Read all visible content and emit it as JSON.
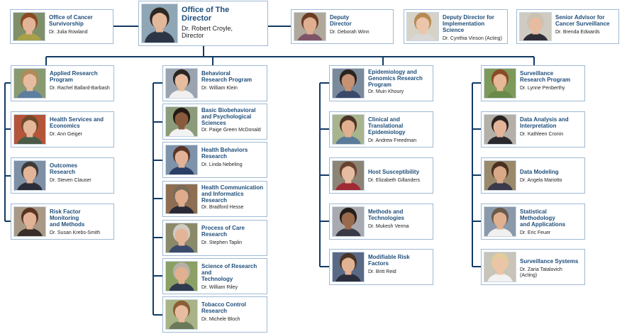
{
  "colors": {
    "title": "#1f4e7a",
    "line": "#123a64",
    "border": "#9fb9d2",
    "name": "#222222"
  },
  "director": {
    "title": "Office of The\nDirector",
    "name": "Dr. Robert Croyle,\nDirector",
    "photo": {
      "hair": "#2e2620",
      "skin": "#e3b79a",
      "bg": "#8fa6b6",
      "shirt": "#2c3646"
    }
  },
  "top_offices": [
    {
      "id": "cancer-survivorship",
      "title": "Office of Cancer\nSurvivorship",
      "name": "Dr. Julia Rowland",
      "photo": {
        "hair": "#8a4a22",
        "skin": "#e2b497",
        "bg": "#7f8f6a",
        "shirt": "#a8a04a"
      }
    },
    {
      "id": "deputy-director",
      "title": "Deputy\nDirector",
      "name": "Dr. Deborah Winn",
      "photo": {
        "hair": "#6b3d24",
        "skin": "#e0ae90",
        "bg": "#b0a89a",
        "shirt": "#7e5468"
      }
    },
    {
      "id": "deputy-director-implementation",
      "title": "Deputy Director for\nImplementation Science",
      "name": "Dr. Cynthia Vinson (Acting)",
      "photo": {
        "hair": "#b78a55",
        "skin": "#ecc6aa",
        "bg": "#d6d2c6",
        "shirt": "#d8d8d8"
      }
    },
    {
      "id": "senior-advisor",
      "title": "Senior Advisor for\nCancer Surveillance",
      "name": "Dr. Brenda Edwards",
      "photo": {
        "hair": "#c9c2b4",
        "skin": "#e6bba0",
        "bg": "#cfcbc2",
        "shirt": "#2e2e38"
      }
    }
  ],
  "columns": [
    [
      {
        "id": "applied-research",
        "title": "Applied Research\nProgram",
        "name": "Dr. Rachel Ballard-Barbash",
        "photo": {
          "hair": "#b08a58",
          "skin": "#e6bca0",
          "bg": "#8a9a70",
          "shirt": "#5e7ea0"
        }
      },
      {
        "id": "health-services",
        "title": "Health Services and\nEconomics",
        "name": "Dr. Ann Geiger",
        "photo": {
          "hair": "#6e4a2a",
          "skin": "#e4b79a",
          "bg": "#b4553a",
          "shirt": "#4a5a46"
        }
      },
      {
        "id": "outcomes-research",
        "title": "Outcomes\nResearch",
        "name": "Dr. Steven Clauser",
        "photo": {
          "hair": "#3e3a36",
          "skin": "#e2b498",
          "bg": "#7e90a6",
          "shirt": "#2a2e3a"
        }
      },
      {
        "id": "risk-factor",
        "title": "Risk Factor Monitoring\nand Methods",
        "name": "Dr. Susan Krebs-Smith",
        "photo": {
          "hair": "#5a3420",
          "skin": "#e2b296",
          "bg": "#a89a86",
          "shirt": "#3a2e2a"
        }
      }
    ],
    [
      {
        "id": "behavioral-research",
        "title": "Behavioral\nResearch Program",
        "name": "Dr. William Klein",
        "photo": {
          "hair": "#2a2622",
          "skin": "#e6bc9e",
          "bg": "#9aa4b0",
          "shirt": "#f0f0f0"
        }
      },
      {
        "id": "basic-biobehavioral",
        "title": "Basic Biobehavioral\nand Psychological\nSciences",
        "name": "Dr. Paige Green McDonald",
        "photo": {
          "hair": "#241a14",
          "skin": "#8a5a3c",
          "bg": "#8c9c7a",
          "shirt": "#f2f2f2"
        }
      },
      {
        "id": "health-behaviors",
        "title": "Health Behaviors\nResearch",
        "name": "Dr. Linda Nebeling",
        "photo": {
          "hair": "#5a3626",
          "skin": "#e2b296",
          "bg": "#7e92aa",
          "shirt": "#2a3e66"
        }
      },
      {
        "id": "health-communication",
        "title": "Health Communication\nand Informatics\nResearch",
        "name": "Dr. Bradford Hesse",
        "photo": {
          "hair": "#7a6a5a",
          "skin": "#deac8c",
          "bg": "#8e6e52",
          "shirt": "#2a2a36"
        }
      },
      {
        "id": "process-of-care",
        "title": "Process of Care\nResearch",
        "name": "Dr. Stephen Taplin",
        "photo": {
          "hair": "#d0ccc4",
          "skin": "#e4b498",
          "bg": "#8a8a6a",
          "shirt": "#3a4a6a"
        }
      },
      {
        "id": "science-of-research",
        "title": "Science of Research and\nTechnology",
        "name": "Dr. William Riley",
        "photo": {
          "hair": "#b6b0a6",
          "skin": "#e0b090",
          "bg": "#8aa064",
          "shirt": "#2e3a4e"
        }
      },
      {
        "id": "tobacco-control",
        "title": "Tobacco Control\nResearch",
        "name": "Dr. Michele Bloch",
        "photo": {
          "hair": "#8a5e36",
          "skin": "#e8bca0",
          "bg": "#a8b486",
          "shirt": "#6a7a5a"
        }
      }
    ],
    [
      {
        "id": "epidemiology-genomics",
        "title": "Epidemiology and\nGenomics Research\nProgram",
        "name": "Dr. Muin Khoury",
        "photo": {
          "hair": "#2a2420",
          "skin": "#c69274",
          "bg": "#7a8a9a",
          "shirt": "#3a4a6a"
        }
      },
      {
        "id": "clinical-translational",
        "title": "Clinical and Translational\nEpidemiology",
        "name": "Dr. Andrew Freedman",
        "photo": {
          "hair": "#4a3426",
          "skin": "#e0b08e",
          "bg": "#a8b48c",
          "shirt": "#5a7a9a"
        }
      },
      {
        "id": "host-susceptibility",
        "title": "Host Susceptibility",
        "name": "Dr. Elizabeth Gillanders",
        "photo": {
          "hair": "#6a4230",
          "skin": "#e6bca2",
          "bg": "#8c8474",
          "shirt": "#a02a34"
        }
      },
      {
        "id": "methods-technologies",
        "title": "Methods and\nTechnologies",
        "name": "Dr. Mukesh Verma",
        "photo": {
          "hair": "#241e1a",
          "skin": "#9a6a4c",
          "bg": "#a8aab0",
          "shirt": "#3a3a46"
        }
      },
      {
        "id": "modifiable-risk",
        "title": "Modifiable Risk\nFactors",
        "name": "Dr. Britt Reid",
        "photo": {
          "hair": "#4a3626",
          "skin": "#e2b294",
          "bg": "#5a6a86",
          "shirt": "#2a2e3e"
        }
      }
    ],
    [
      {
        "id": "surveillance-research",
        "title": "Surveillance\nResearch Program",
        "name": "Dr. Lynne Penberthy",
        "photo": {
          "hair": "#8a4a26",
          "skin": "#e6b898",
          "bg": "#7e9a5a",
          "shirt": "#6a8a4a"
        }
      },
      {
        "id": "data-analysis",
        "title": "Data Analysis and\nInterpretation",
        "name": "Dr. Kathleen Cronin",
        "photo": {
          "hair": "#2a2220",
          "skin": "#e4b498",
          "bg": "#b4b0a8",
          "shirt": "#2a2a2e"
        }
      },
      {
        "id": "data-modeling",
        "title": "Data Modeling",
        "name": "Dr. Angela Mariotto",
        "photo": {
          "hair": "#4a3020",
          "skin": "#d8a888",
          "bg": "#9a8a6a",
          "shirt": "#3a3a4a"
        }
      },
      {
        "id": "statistical-methodology",
        "title": "Statistical Methodology\nand Applications",
        "name": "Dr. Eric Feuer",
        "photo": {
          "hair": "#6a5a4a",
          "skin": "#e0b090",
          "bg": "#8a9aaa",
          "shirt": "#f0f0f0"
        }
      },
      {
        "id": "surveillance-systems",
        "title": "Surveillance Systems",
        "name": "Dr. Zaria Tatalovich\n(Acting)",
        "photo": {
          "hair": "#e2cc9a",
          "skin": "#ecc4a8",
          "bg": "#c8c4b8",
          "shirt": "#f2f2f2"
        }
      }
    ]
  ]
}
